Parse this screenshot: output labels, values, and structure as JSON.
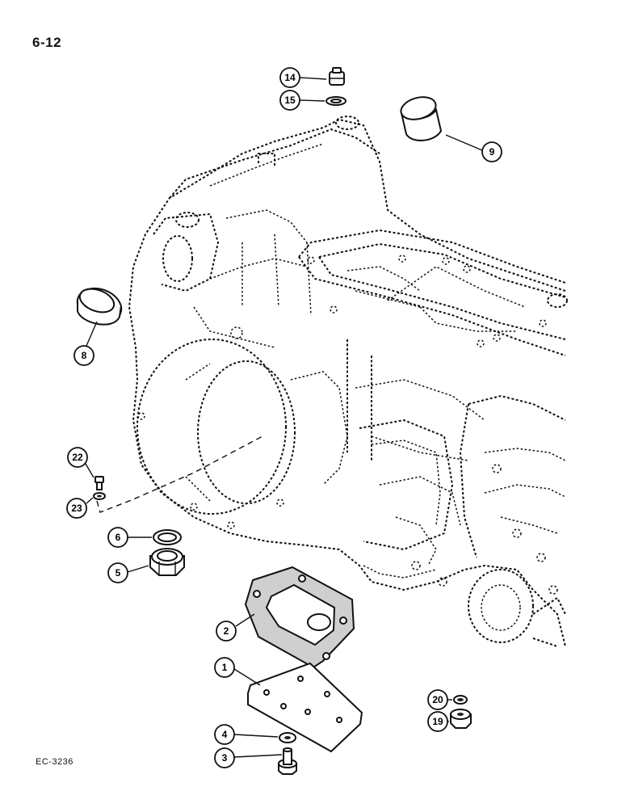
{
  "page": {
    "page_number": "6-12",
    "drawing_code": "EC-3236"
  },
  "callouts": [
    {
      "id": "c14",
      "label": "14",
      "part": "plug"
    },
    {
      "id": "c15",
      "label": "15",
      "part": "sealing washer"
    },
    {
      "id": "c9",
      "label": "9",
      "part": "cap plug"
    },
    {
      "id": "c8",
      "label": "8",
      "part": "seal ring"
    },
    {
      "id": "c22",
      "label": "22",
      "part": "bolt"
    },
    {
      "id": "c23",
      "label": "23",
      "part": "washer"
    },
    {
      "id": "c6",
      "label": "6",
      "part": "washer"
    },
    {
      "id": "c5",
      "label": "5",
      "part": "drain plug"
    },
    {
      "id": "c2",
      "label": "2",
      "part": "gasket"
    },
    {
      "id": "c1",
      "label": "1",
      "part": "cover plate"
    },
    {
      "id": "c20",
      "label": "20",
      "part": "washer"
    },
    {
      "id": "c19",
      "label": "19",
      "part": "nut"
    },
    {
      "id": "c4",
      "label": "4",
      "part": "lock washer"
    },
    {
      "id": "c3",
      "label": "3",
      "part": "bolt"
    }
  ]
}
